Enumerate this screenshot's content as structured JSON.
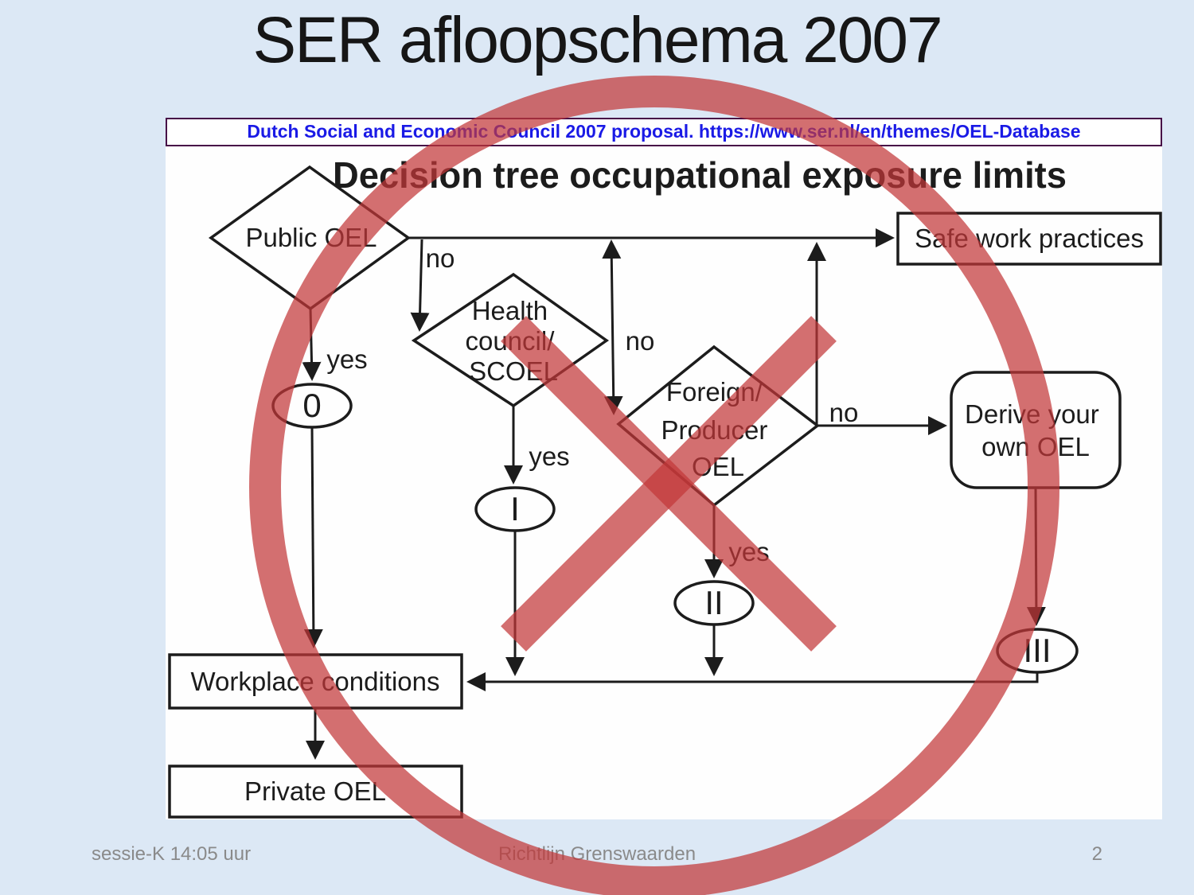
{
  "slide": {
    "title": "SER afloopschema 2007",
    "footer": {
      "session": "sessie-K 14:05 uur",
      "deck_title": "Richtlijn Grenswaarden",
      "page_number": "2"
    }
  },
  "banner": {
    "text": "Dutch Social and Economic Council 2007 proposal. https://www.ser.nl/en/themes/OEL-Database"
  },
  "flowchart": {
    "title": "Decision tree occupational exposure limits",
    "nodes": {
      "public_oel": {
        "type": "decision",
        "label": "Public OEL"
      },
      "safe_work_practices": {
        "type": "process",
        "label": "Safe work practices"
      },
      "health_council": {
        "type": "decision",
        "line1": "Health",
        "line2": "council/",
        "line3": "SCOEL"
      },
      "foreign_producer": {
        "type": "decision",
        "line1": "Foreign/",
        "line2": "Producer",
        "line3": "OEL"
      },
      "derive_own_oel": {
        "type": "rounded",
        "line1": "Derive your",
        "line2": "own OEL"
      },
      "workplace_conditions": {
        "type": "process",
        "label": "Workplace conditions"
      },
      "private_oel": {
        "type": "process",
        "label": "Private OEL"
      },
      "route_0": {
        "type": "terminator",
        "label": "0"
      },
      "route_i": {
        "type": "terminator",
        "label": "I"
      },
      "route_ii": {
        "type": "terminator",
        "label": "II"
      },
      "route_iii": {
        "type": "terminator",
        "label": "III"
      }
    },
    "edge_labels": {
      "public_no": "no",
      "public_yes": "yes",
      "health_no": "no",
      "health_yes": "yes",
      "foreign_no": "no",
      "foreign_yes": "yes"
    }
  },
  "annotation": {
    "shape": "crossed-out-circle",
    "color": "#c23739"
  },
  "colors": {
    "page_bg": "#dce8f5",
    "panel_bg": "#fefefe",
    "banner_text": "#1a1ae6",
    "banner_border": "#470b47",
    "line": "#1c1c1c",
    "footer_text": "#8a8a8a"
  }
}
